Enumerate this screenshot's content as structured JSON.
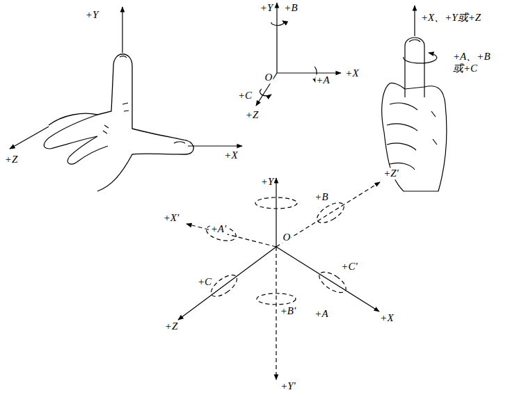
{
  "diagram": {
    "labels": [
      "+Y",
      "+Z",
      "+X",
      "+Y",
      "+B",
      "+C",
      "+Z",
      "O",
      "+A",
      "+X",
      "+X、+Y或+Z",
      "+A、+B 或+C",
      "+Y",
      "+X'",
      "+B",
      "+Z'",
      "+A'",
      "O",
      "+C'",
      "+C",
      "+Z",
      "+B'",
      "+A",
      "+X",
      "+Y'"
    ]
  }
}
